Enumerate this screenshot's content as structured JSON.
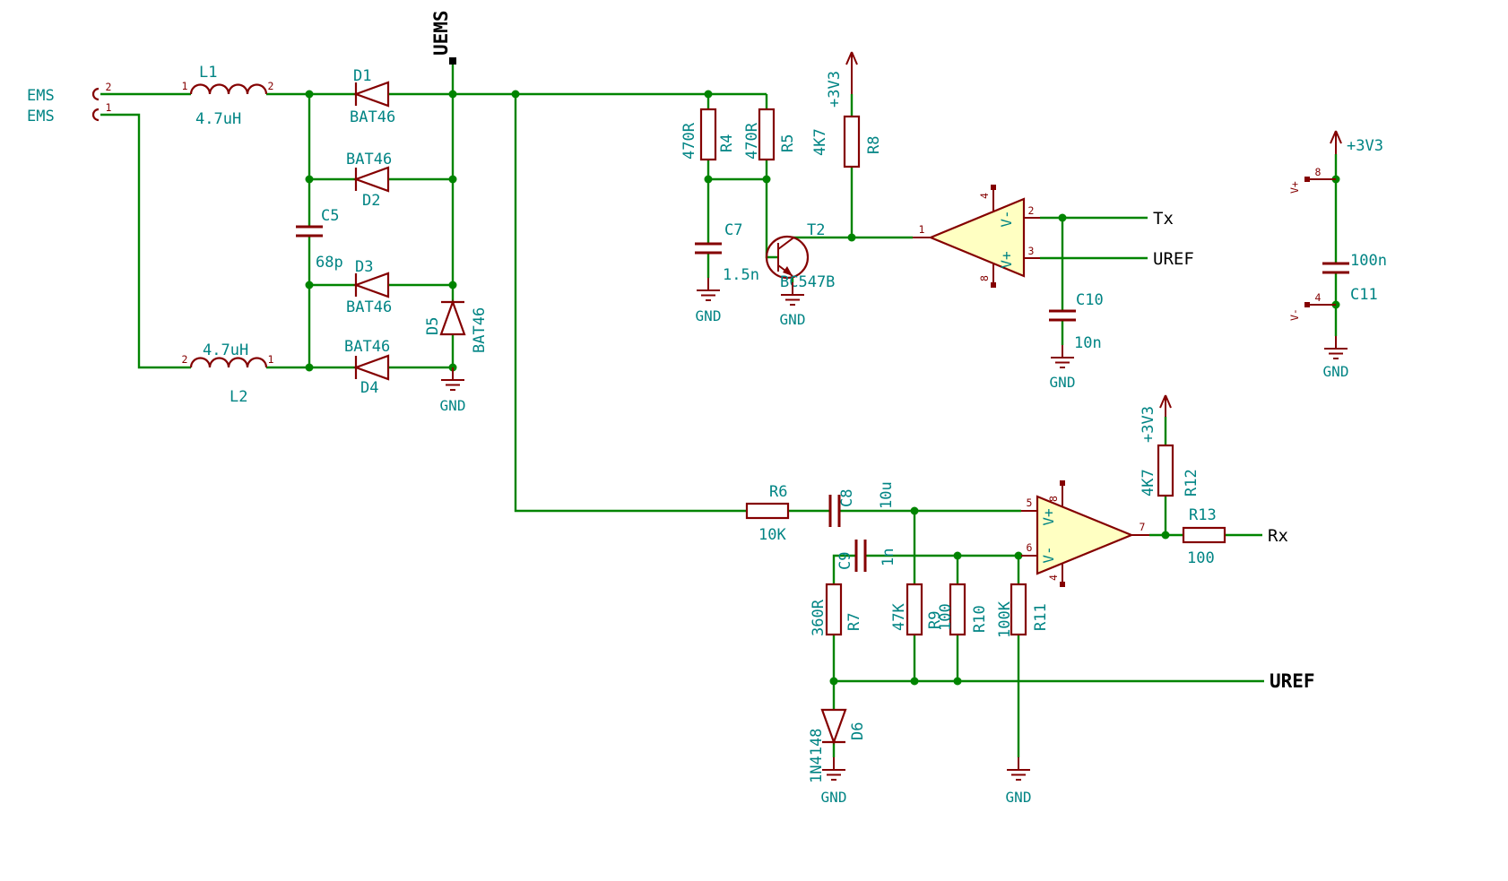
{
  "nets": {
    "uems": "UEMS",
    "tx": "Tx",
    "uref": "UREF",
    "rx": "Rx"
  },
  "power": {
    "v33": "+3V3",
    "gnd": "GND"
  },
  "conn": {
    "name": "EMS",
    "name2": "EMS",
    "pin1": "1",
    "pin2": "2"
  },
  "parts": {
    "L1": {
      "ref": "L1",
      "val": "4.7uH",
      "p1": "1",
      "p2": "2"
    },
    "L2": {
      "ref": "L2",
      "val": "4.7uH",
      "p1": "1",
      "p2": "2"
    },
    "D1": {
      "ref": "D1",
      "val": "BAT46"
    },
    "D2": {
      "ref": "D2",
      "val": "BAT46"
    },
    "D3": {
      "ref": "D3",
      "val": "BAT46"
    },
    "D4": {
      "ref": "D4",
      "val": "BAT46"
    },
    "D5": {
      "ref": "D5",
      "val": "BAT46"
    },
    "D6": {
      "ref": "D6",
      "val": "1N4148"
    },
    "C5": {
      "ref": "C5",
      "val": "68p"
    },
    "C7": {
      "ref": "C7",
      "val": "1.5n"
    },
    "C8": {
      "ref": "C8",
      "val": "10u"
    },
    "C9": {
      "ref": "C9",
      "val": "1n"
    },
    "C10": {
      "ref": "C10",
      "val": "10n"
    },
    "C11": {
      "ref": "C11",
      "val": "100n"
    },
    "R4": {
      "ref": "R4",
      "val": "470R"
    },
    "R5": {
      "ref": "R5",
      "val": "470R"
    },
    "R6": {
      "ref": "R6",
      "val": "10K"
    },
    "R7": {
      "ref": "R7",
      "val": "360R"
    },
    "R8": {
      "ref": "R8",
      "val": "4K7"
    },
    "R9": {
      "ref": "R9",
      "val": "47K"
    },
    "R10": {
      "ref": "R10",
      "val": "100"
    },
    "R11": {
      "ref": "R11",
      "val": "100K"
    },
    "R12": {
      "ref": "R12",
      "val": "4K7"
    },
    "R13": {
      "ref": "R13",
      "val": "100"
    },
    "T2": {
      "ref": "T2",
      "val": "BC547B"
    }
  },
  "opamp1": {
    "p1": "1",
    "p2": "2",
    "p3": "3",
    "p4": "4",
    "p8": "8",
    "vp": "V+",
    "vm": "V-"
  },
  "opamp2": {
    "p5": "5",
    "p6": "6",
    "p7": "7",
    "p4": "4",
    "p8": "8",
    "vp": "V+",
    "vm": "V-"
  },
  "pwrpins": {
    "p8": "8",
    "p4": "4",
    "vp": "V+",
    "vm": "V-"
  }
}
